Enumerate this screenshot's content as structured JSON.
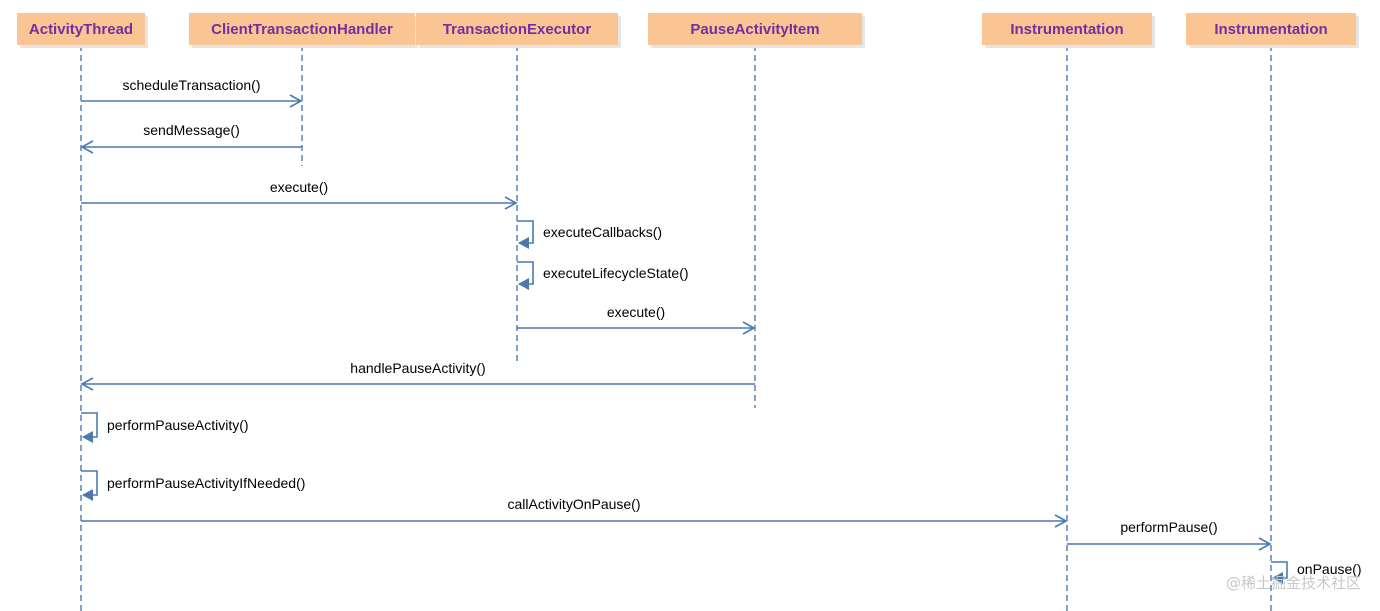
{
  "participants": [
    {
      "id": "activity_thread",
      "label": "ActivityThread"
    },
    {
      "id": "client_transaction_handler",
      "label": "ClientTransactionHandler"
    },
    {
      "id": "transaction_executor",
      "label": "TransactionExecutor"
    },
    {
      "id": "pause_activity_item",
      "label": "PauseActivityItem"
    },
    {
      "id": "instrumentation_1",
      "label": "Instrumentation"
    },
    {
      "id": "instrumentation_2",
      "label": "Instrumentation"
    }
  ],
  "messages": [
    {
      "from": "activity_thread",
      "to": "client_transaction_handler",
      "label": "scheduleTransaction()"
    },
    {
      "from": "client_transaction_handler",
      "to": "activity_thread",
      "label": "sendMessage()"
    },
    {
      "from": "activity_thread",
      "to": "transaction_executor",
      "label": "execute()"
    },
    {
      "from": "transaction_executor",
      "to": "transaction_executor",
      "label": "executeCallbacks()"
    },
    {
      "from": "transaction_executor",
      "to": "transaction_executor",
      "label": "executeLifecycleState()"
    },
    {
      "from": "transaction_executor",
      "to": "pause_activity_item",
      "label": "execute()"
    },
    {
      "from": "pause_activity_item",
      "to": "activity_thread",
      "label": "handlePauseActivity()"
    },
    {
      "from": "activity_thread",
      "to": "activity_thread",
      "label": "performPauseActivity()"
    },
    {
      "from": "activity_thread",
      "to": "activity_thread",
      "label": "performPauseActivityIfNeeded()"
    },
    {
      "from": "activity_thread",
      "to": "instrumentation_1",
      "label": "callActivityOnPause()"
    },
    {
      "from": "instrumentation_1",
      "to": "instrumentation_2",
      "label": "performPause()"
    },
    {
      "from": "instrumentation_2",
      "to": "instrumentation_2",
      "label": "onPause()"
    }
  ],
  "colors": {
    "box_fill": "#fbc593",
    "box_shadow": "#e5e5e5",
    "box_text": "#7030a0",
    "line": "#4a79b0",
    "label_text": "#000000"
  },
  "watermark": "@稀土掘金技术社区"
}
